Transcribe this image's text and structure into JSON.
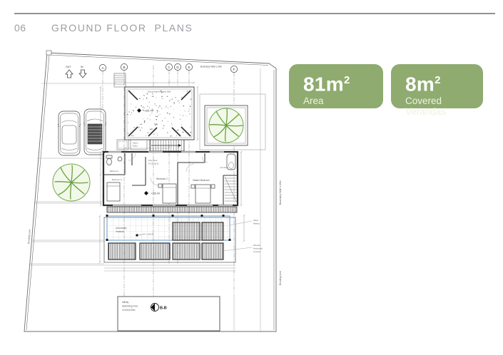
{
  "page": {
    "number": "06",
    "title": "GROUND FLOOR  PLANS"
  },
  "badges": {
    "area": {
      "value": "81m",
      "sup": "2",
      "label": "Area"
    },
    "verandas": {
      "value": "8m",
      "sup": "2",
      "label": "Covered Verandas"
    }
  },
  "colors": {
    "badge_green": "#8fab6f",
    "veranda_blue": "#5b9bd5",
    "tree_green": "#74a74c"
  },
  "plan": {
    "direction_out": "OUT",
    "direction_in": "IN",
    "grid_markers": [
      "A",
      "B",
      "C",
      "D",
      "E",
      "F"
    ],
    "boundary_wall_top": "Boundary Wall 1.20m",
    "boundary_wall_right": "Boundary Wall 1.20m",
    "dividing_line_left": "Dividing Line",
    "dividing_line_right": "Dividing Line",
    "roof": {
      "parapet_label": "20cm Height Parapet Wall",
      "level": "+165.70"
    },
    "storm_drain_line1": "Storm",
    "storm_drain_line2": "Drain",
    "first_floor_line1": "First Floor",
    "first_floor_line2": "67.00 Sq M",
    "rooms": {
      "bathroom": "Bathroom",
      "bedroom3": "Bedroom 3",
      "bedroom2": "Bedroom 2",
      "master": "Master Bedroom",
      "ensuite": "En-Suite"
    },
    "floor_level": "+165.00",
    "veranda": {
      "line1": "Uncovered",
      "line2": "Veranda",
      "level": "+165.00"
    },
    "glass_railing_line1": "Glass",
    "glass_railing_line2": "Railing",
    "louvers_line1": "Wooden",
    "louvers_line2": "Horizontal",
    "louvers_line3": "Louvers",
    "pool_line1": "Infinity",
    "pool_line2": "Swimming Pool",
    "pool_line3": "10.00x3.00m",
    "section_label": "B-B"
  }
}
